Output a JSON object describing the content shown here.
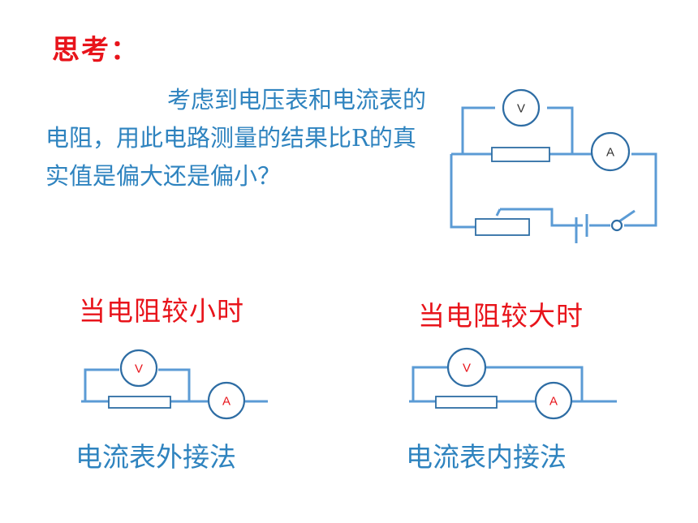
{
  "slide": {
    "title": "思考：",
    "question": "考虑到电压表和电流表的电阻，用此电路测量的结果比R的真实值是偏大还是偏小？",
    "left_case": {
      "heading": "当电阻较小时",
      "method": "电流表外接法"
    },
    "right_case": {
      "heading": "当电阻较大时",
      "method": "电流表内接法"
    },
    "meter_labels": {
      "voltmeter": "V",
      "ammeter": "A"
    }
  },
  "colors": {
    "title_red": "#e8141b",
    "text_blue": "#2e83bf",
    "wire_blue": "#5b9bd5"
  }
}
